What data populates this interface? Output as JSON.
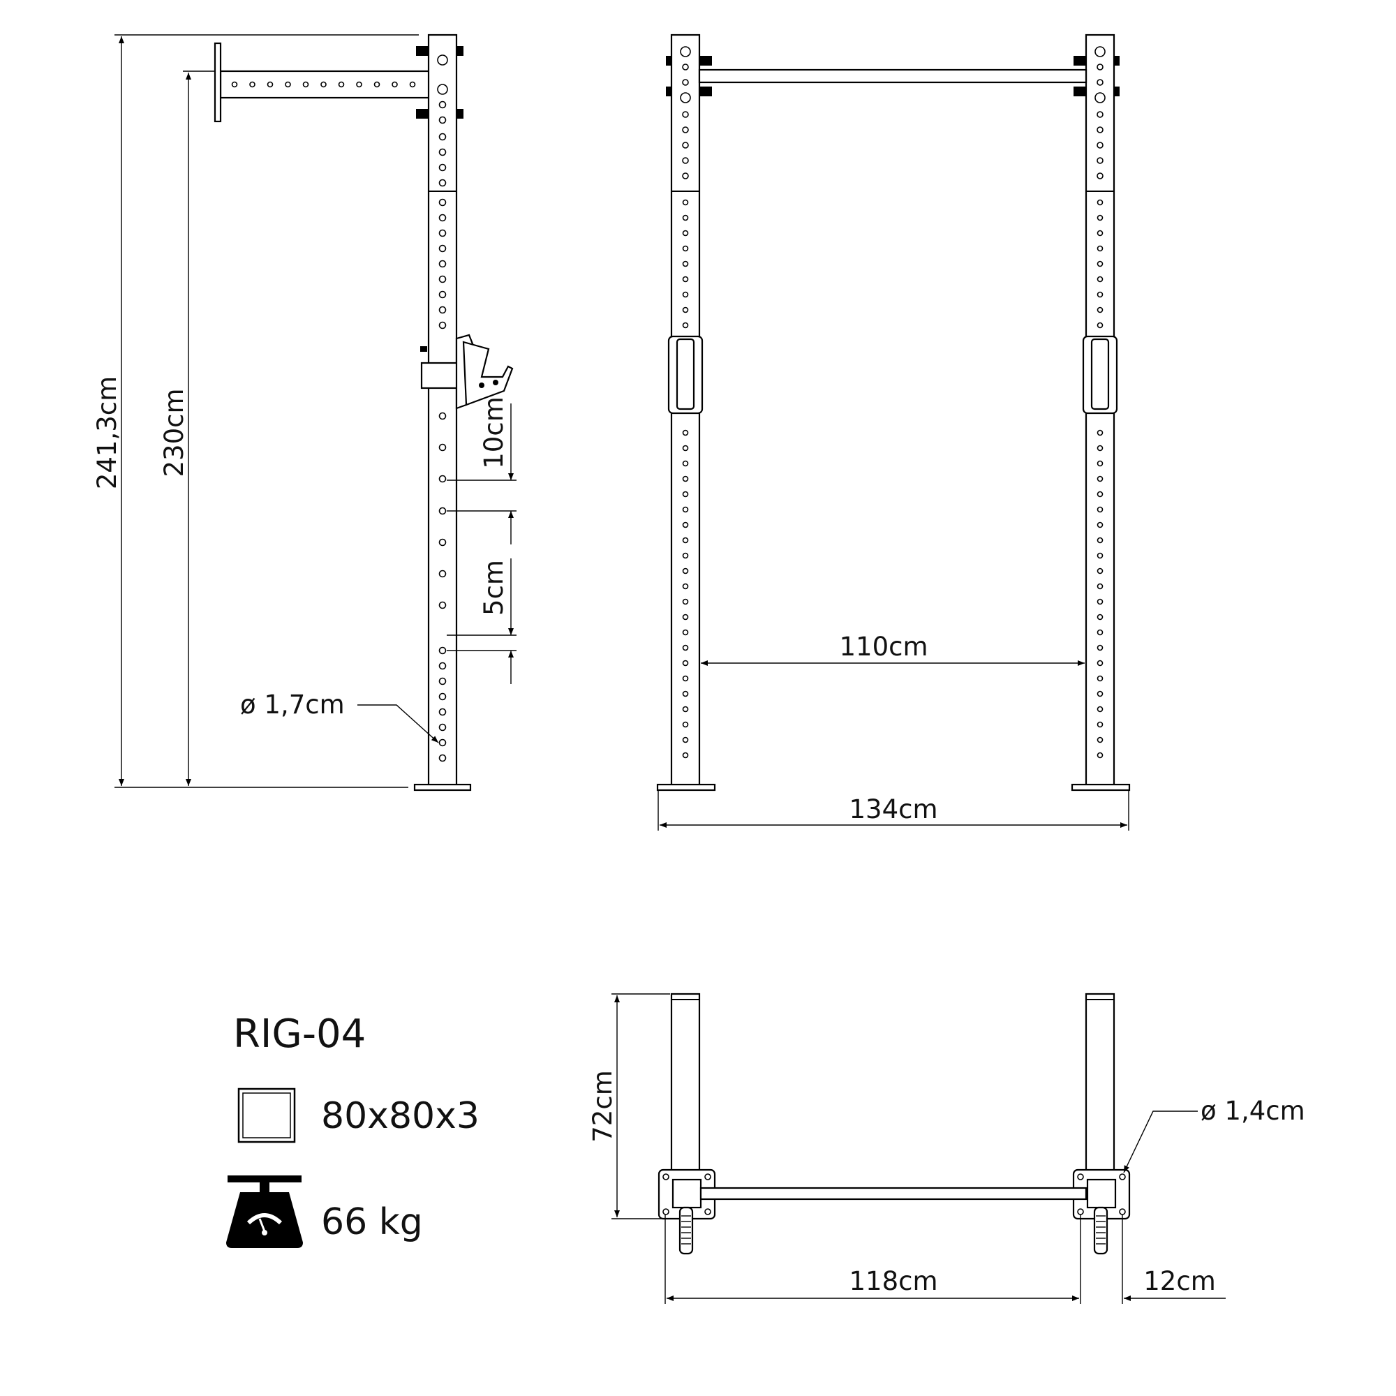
{
  "product": {
    "model": "RIG-04",
    "profile": "80x80x3",
    "weight": "66 kg"
  },
  "side_view": {
    "total_height": "241,3cm",
    "pullup_height": "230cm",
    "spacing_large": "10cm",
    "spacing_small": "5cm",
    "hole_diameter": "ø 1,7cm"
  },
  "front_view": {
    "inner_width": "110cm",
    "outer_width": "134cm"
  },
  "top_view": {
    "depth": "72cm",
    "anchor_hole": "ø 1,4cm",
    "post_spacing": "118cm",
    "plate_offset": "12cm"
  },
  "icons": [
    "profile-square-icon",
    "weight-scale-icon"
  ]
}
